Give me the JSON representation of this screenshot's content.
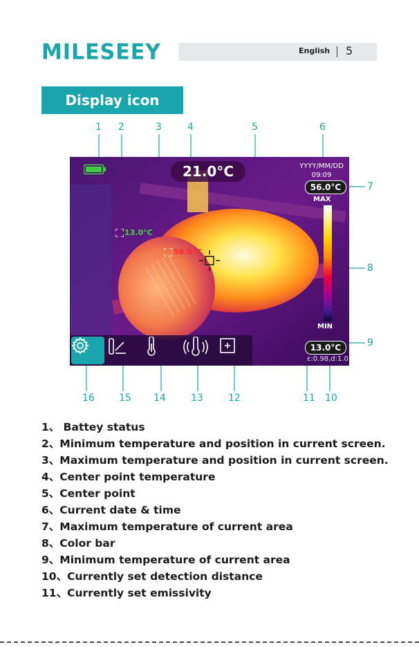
{
  "header": {
    "brand": "MILESEEY",
    "language": "English",
    "page": "5"
  },
  "section_title": "Display icon",
  "callout_numbers": {
    "top": [
      "1",
      "2",
      "3",
      "4",
      "5",
      "6"
    ],
    "right": [
      "7",
      "8",
      "9"
    ],
    "bottom": [
      "16",
      "15",
      "14",
      "13",
      "12",
      "11",
      "10"
    ]
  },
  "screen": {
    "center_temp": "21.0°C",
    "date": "YYYY/MM/DD",
    "time": "09:09",
    "max_temp": "56.0°C",
    "max_label": "MAX",
    "min_label": "MIN",
    "min_temp": "13.0°C",
    "emissivity_distance": "ε:0.98,d:1.0",
    "min_point": "13.0°C",
    "max_point": "56.0°C",
    "battery_color": "#3ad13a",
    "accent": "#1aa5ad"
  },
  "toolbar_icons": [
    "gear-icon",
    "palette-icon",
    "thermometer-icon",
    "alarm-thermometer-icon",
    "center-point-icon"
  ],
  "descriptions": [
    "1、 Battey status",
    "2、Minimum temperature and position in current screen.",
    "3、Maximum temperature and position in current screen.",
    "4、Center point temperature",
    "5、Center point",
    "6、Current date & time",
    "7、Maximum temperature of current area",
    "8、Color bar",
    "9、Minimum temperature of current area",
    "10、Currently set detection distance",
    "11、Currently set emissivity"
  ]
}
